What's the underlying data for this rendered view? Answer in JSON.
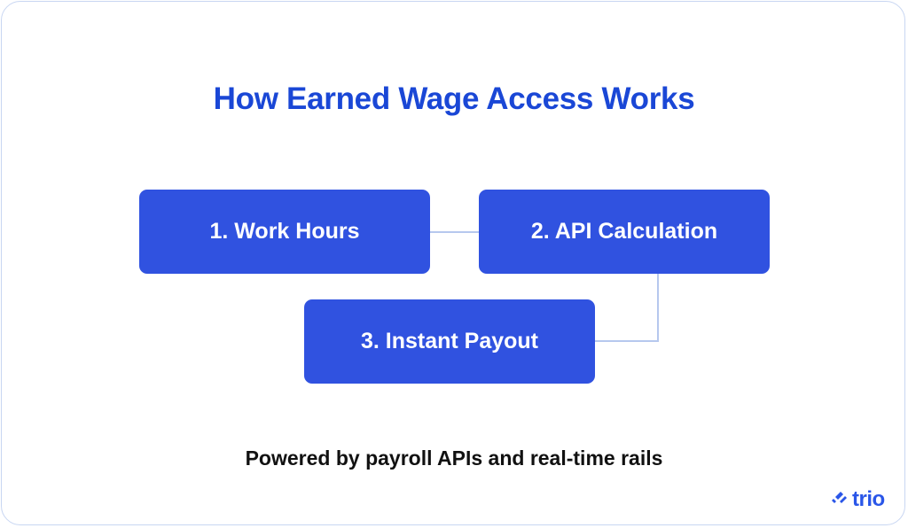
{
  "title": "How Earned Wage Access Works",
  "steps": [
    {
      "label": "1. Work Hours"
    },
    {
      "label": "2. API Calculation"
    },
    {
      "label": "3. Instant Payout"
    }
  ],
  "footer": "Powered by payroll APIs and real-time rails",
  "brand": {
    "name": "trio",
    "icon": "trio-logo-icon"
  },
  "colors": {
    "title": "#1a47d6",
    "step_fill": "#3052e0",
    "connector": "#b6c8ee",
    "frame_border": "#c8d6f2",
    "brand": "#2a56e8"
  }
}
